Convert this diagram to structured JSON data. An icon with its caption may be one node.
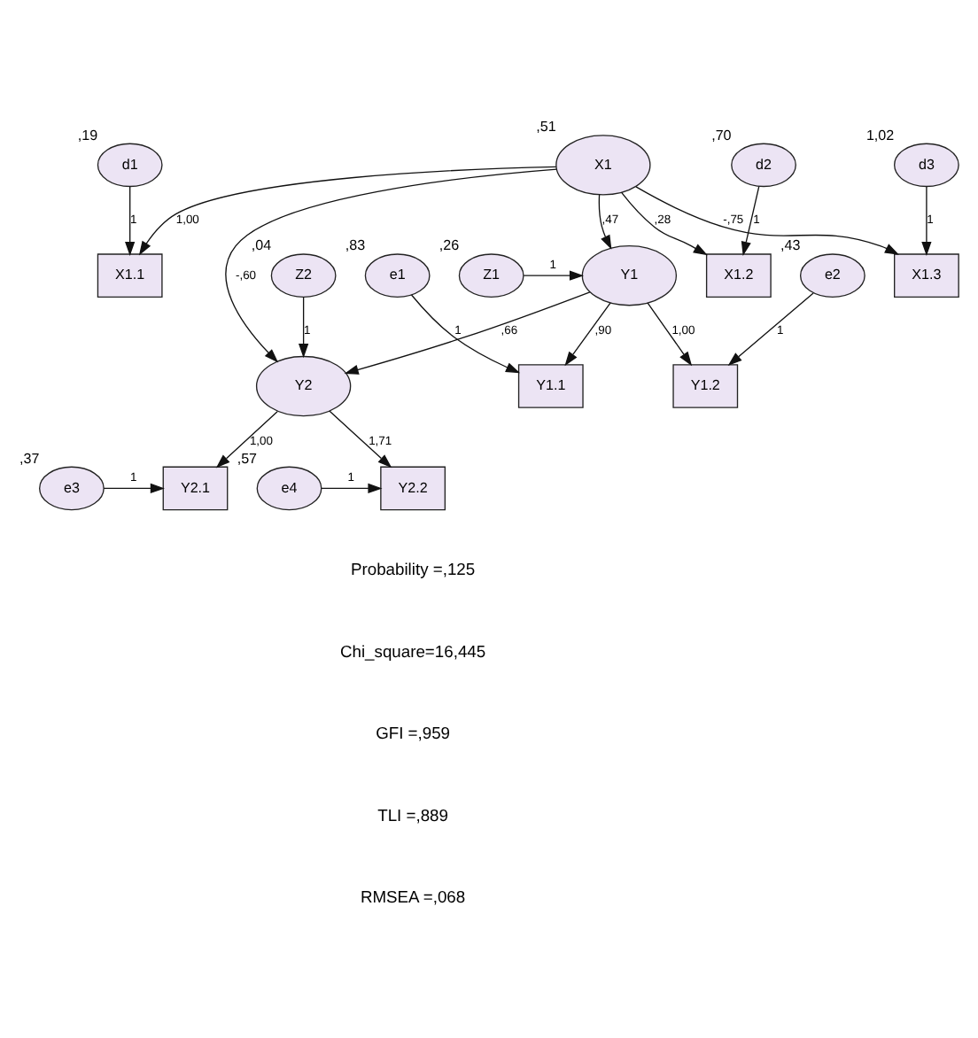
{
  "diagram": {
    "nodes": [
      {
        "text": [
          "d1"
        ],
        "beside": [
          ",19"
        ]
      },
      {
        "text": [
          "d2"
        ],
        "beside": [
          ",70"
        ]
      },
      {
        "text": [
          "d3"
        ],
        "beside": [
          "1,02"
        ]
      },
      {
        "text": [
          "X1.1"
        ]
      },
      {
        "text": [
          "X1.2"
        ]
      },
      {
        "text": [
          "X1.3"
        ]
      },
      {
        "text": [
          "X1"
        ],
        "beside": [
          ",51"
        ]
      },
      {
        "text": [
          "Z2"
        ],
        "beside": [
          ",04"
        ]
      },
      {
        "text": [
          "Y2"
        ]
      },
      {
        "text": [
          "Y2.1"
        ]
      },
      {
        "text": [
          "e3"
        ],
        "beside": [
          ",37"
        ]
      },
      {
        "text": [
          "Y2.2"
        ]
      },
      {
        "text": [
          "e4"
        ],
        "beside": [
          ",57"
        ]
      },
      {
        "text": [
          "Y1"
        ]
      },
      {
        "text": [
          "Z1"
        ],
        "beside": [
          ",26"
        ]
      },
      {
        "text": [
          "Y1.1"
        ]
      },
      {
        "text": [
          "Y1.2"
        ]
      },
      {
        "text": [
          "e1"
        ],
        "beside": [
          ",83"
        ]
      },
      {
        "text": [
          "e2"
        ],
        "beside": [
          ",43"
        ]
      }
    ],
    "edges": [
      {
        "from": 0,
        "to": 3,
        "arrow": "to",
        "label": "1"
      },
      {
        "from": 1,
        "to": 4,
        "arrow": "to",
        "label": "1"
      },
      {
        "from": 2,
        "to": 5,
        "arrow": "to",
        "label": "1"
      },
      {
        "from": 6,
        "to": 3,
        "arrow": "to",
        "label": "1,00"
      },
      {
        "from": 6,
        "to": 4,
        "arrow": "to",
        "label": ",28"
      },
      {
        "from": 6,
        "to": 5,
        "arrow": "to",
        "label": "-,75"
      },
      {
        "from": 6,
        "to": 8,
        "arrow": "to",
        "label": "-,60"
      },
      {
        "from": 6,
        "to": 13,
        "arrow": "to",
        "label": ",47"
      },
      {
        "from": 13,
        "to": 8,
        "arrow": "to",
        "label": ",66"
      },
      {
        "from": 7,
        "to": 8,
        "arrow": "to",
        "label": "1"
      },
      {
        "from": 8,
        "to": 9,
        "arrow": "to",
        "label": "1,00"
      },
      {
        "from": 8,
        "to": 11,
        "arrow": "to",
        "label": "1,71"
      },
      {
        "from": 10,
        "to": 9,
        "arrow": "to",
        "label": "1"
      },
      {
        "from": 12,
        "to": 11,
        "arrow": "to",
        "label": "1"
      },
      {
        "from": 14,
        "to": 13,
        "arrow": "to",
        "label": "1"
      },
      {
        "from": 13,
        "to": 15,
        "arrow": "to",
        "label": ",90"
      },
      {
        "from": 13,
        "to": 16,
        "arrow": "to",
        "label": "1,00"
      },
      {
        "from": 17,
        "to": 15,
        "arrow": "to",
        "label": "1"
      },
      {
        "from": 18,
        "to": 16,
        "arrow": "to",
        "label": "1"
      }
    ],
    "labels": [
      "Probability =,125",
      "Chi_square=16,445",
      "GFI =,959",
      "TLI =,889",
      "RMSEA =,068"
    ]
  }
}
